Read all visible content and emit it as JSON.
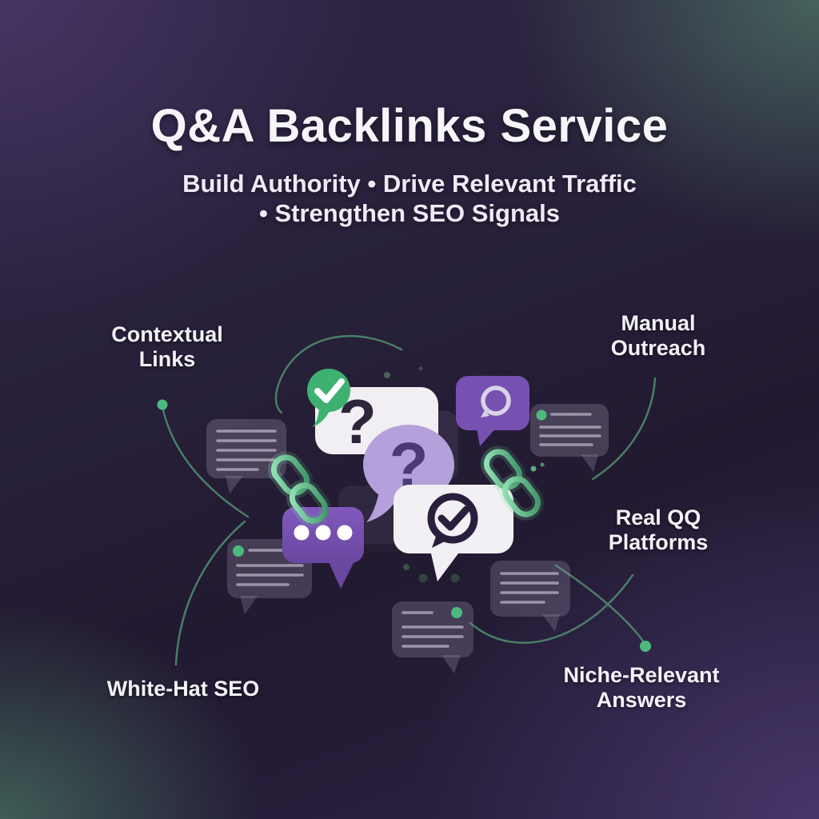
{
  "header": {
    "title": "Q&A Backlinks Service",
    "subtitle_line1": "Build Authority • Drive Relevant Traffic",
    "subtitle_line2": "• Strengthen SEO Signals"
  },
  "feature_labels": {
    "contextual_links": {
      "line1": "Contextual",
      "line2": "Links"
    },
    "manual_outreach": {
      "line1": "Manual",
      "line2": "Outreach"
    },
    "real_qa_platforms": {
      "line1": "Real QQ",
      "line2": "Platforms"
    },
    "white_hat_seo": {
      "line1": "White-Hat SEO"
    },
    "niche_relevant_answers": {
      "line1": "Niche-Relevant",
      "line2": "Answers"
    }
  },
  "illustration": {
    "question_mark": "?",
    "icons": [
      "green-check-bubble-icon",
      "question-bubble-icon",
      "search-bubble-icon",
      "typing-dots-bubble-icon",
      "verified-check-bubble-icon",
      "chain-link-icon",
      "chat-text-bubble-icon",
      "connector-curve",
      "connector-dot"
    ]
  },
  "colors": {
    "background_dark_purple": "#251d37",
    "accent_green": "#43b274",
    "accent_purple": "#7751b1",
    "light_purple": "#b4a0db",
    "bubble_white": "#f2f0f4",
    "bubble_gray": "#8b8299",
    "icon_dark": "#2a2140",
    "connector_green": "#4f9070",
    "text_white": "#f5f3f8"
  }
}
